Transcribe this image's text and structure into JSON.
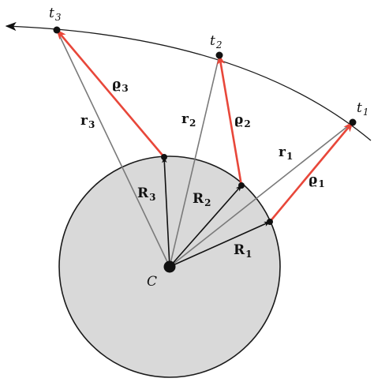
{
  "center": {
    "label": "C"
  },
  "sites": [
    {
      "id": "1",
      "position_vector": "R",
      "subscript": "1"
    },
    {
      "id": "2",
      "position_vector": "R",
      "subscript": "2"
    },
    {
      "id": "3",
      "position_vector": "R",
      "subscript": "3"
    }
  ],
  "observations": [
    {
      "time_label": "t",
      "time_subscript": "1",
      "radius_vector": "r",
      "radius_subscript": "1",
      "range_vector": "ϱ",
      "range_subscript": "1"
    },
    {
      "time_label": "t",
      "time_subscript": "2",
      "radius_vector": "r",
      "radius_subscript": "2",
      "range_vector": "ϱ",
      "range_subscript": "2"
    },
    {
      "time_label": "t",
      "time_subscript": "3",
      "radius_vector": "r",
      "radius_subscript": "3",
      "range_vector": "ϱ",
      "range_subscript": "3"
    }
  ],
  "colors": {
    "earth_fill": "#d9d9d9",
    "outline": "#1a1a1a",
    "radius_vector": "#7a7a7a",
    "range_vector": "#e8473a",
    "site_vector": "#111111"
  }
}
